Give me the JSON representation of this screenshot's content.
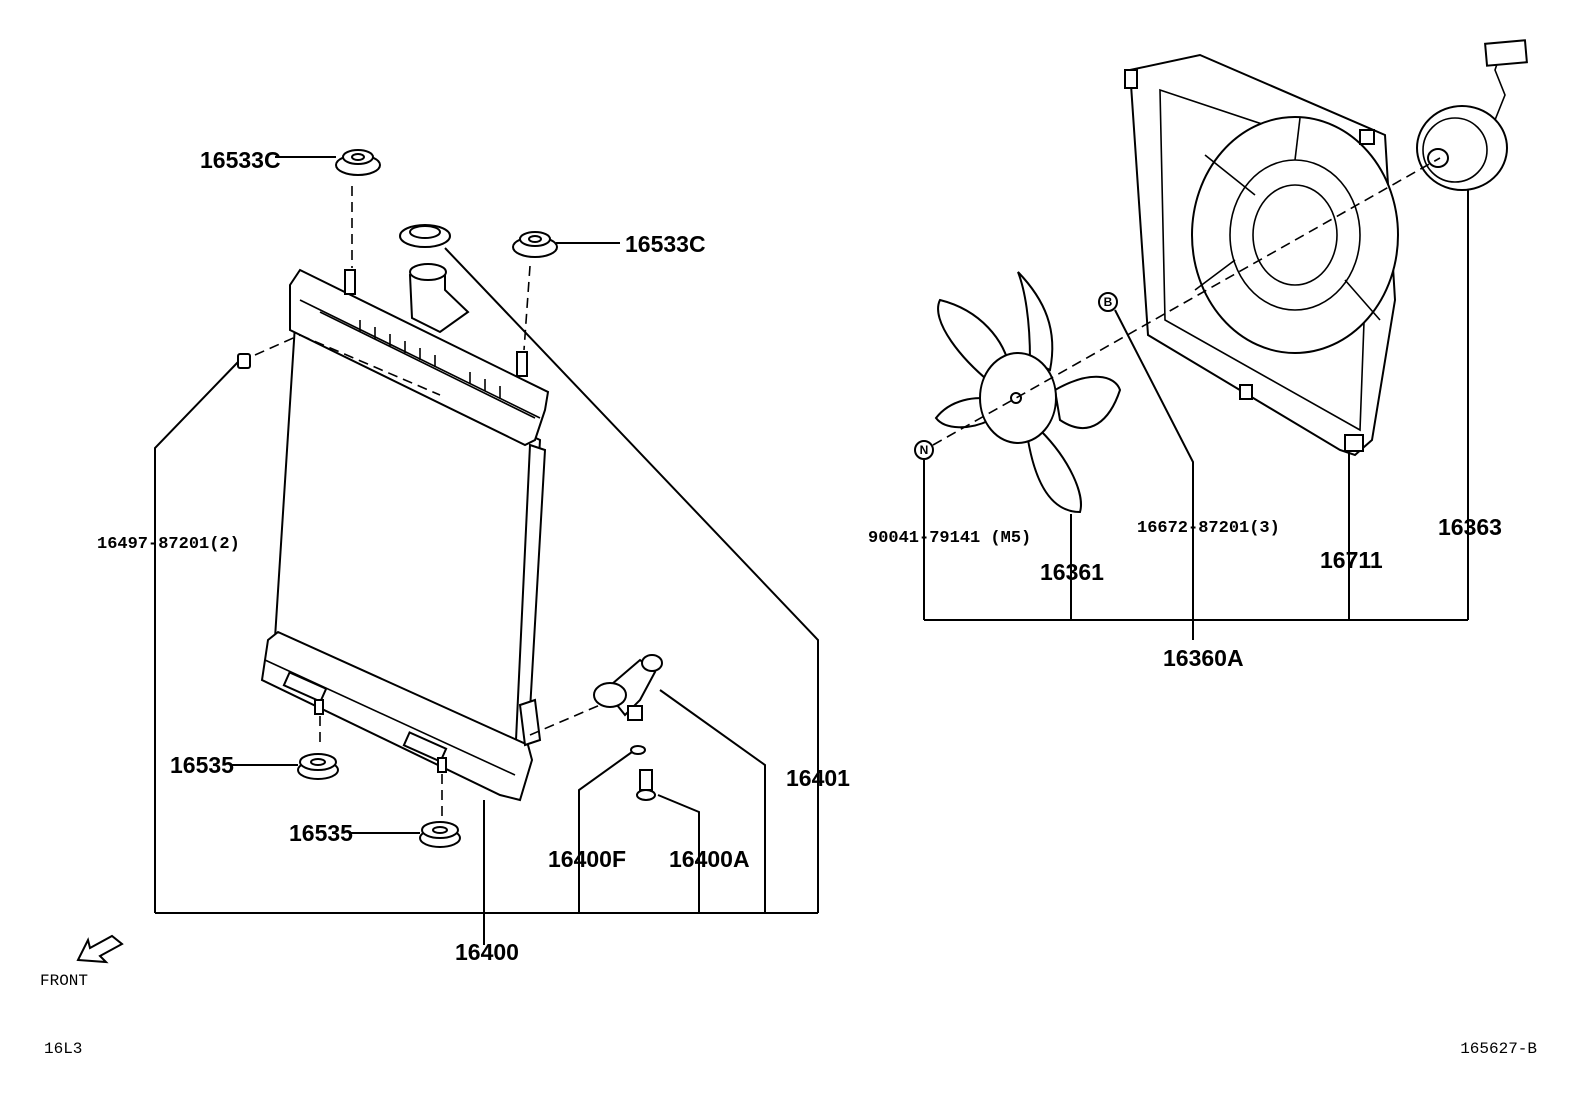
{
  "labels": {
    "p16533c_top": "16533C",
    "p16533c_right": "16533C",
    "p16497": "16497-87201(2)",
    "p16535_a": "16535",
    "p16535_b": "16535",
    "p16400f": "16400F",
    "p16400a": "16400A",
    "p16401": "16401",
    "p16400": "16400",
    "p90041": "90041-79141 (M5)",
    "p16361": "16361",
    "p16672": "16672-87201(3)",
    "p16711": "16711",
    "p16363": "16363",
    "p16360a": "16360A"
  },
  "markers": {
    "n": "N",
    "b": "B"
  },
  "front_indicator": "FRONT",
  "footer": {
    "left_code": "16L3",
    "right_code": "165627-B"
  }
}
